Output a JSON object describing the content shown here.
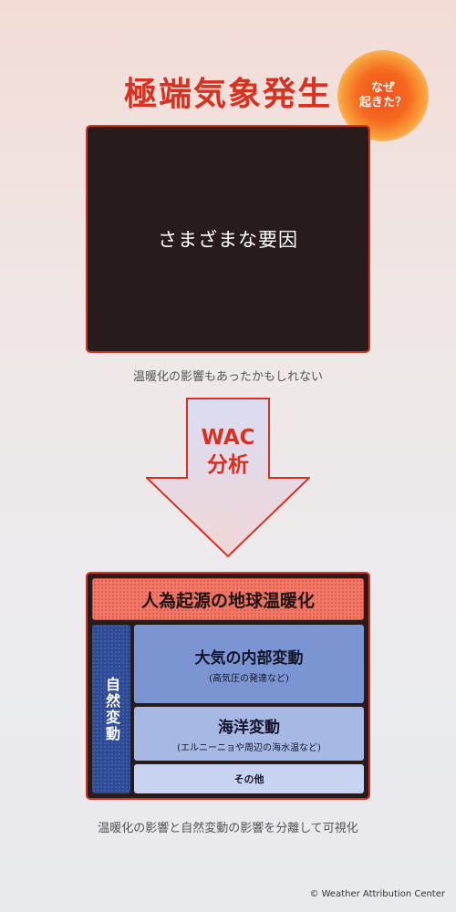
{
  "title": "極端気象発生",
  "badge": {
    "line1": "なぜ",
    "line2": "起きた？"
  },
  "cause_box": {
    "label": "さまざまな要因"
  },
  "caption_top": "温暖化の影響もあったかもしれない",
  "arrow": {
    "line1": "WAC",
    "line2": "分析"
  },
  "result": {
    "warming": "人為起源の地球温暖化",
    "natural": "自然変動",
    "parts": [
      {
        "title": "大気の内部変動",
        "sub": "(高気圧の発達など)"
      },
      {
        "title": "海洋変動",
        "sub": "(エルニーニョや周辺の海水温など)"
      },
      {
        "title": "その他",
        "sub": ""
      }
    ]
  },
  "caption_bottom": "温暖化の影響と自然変動の影響を分離して可視化",
  "copyright": "© Weather Attribution Center",
  "colors": {
    "accent_red": "#d63222",
    "dark_box": "#271b1b",
    "warming_salmon": "#ef7866",
    "natural_navy": "#2d4a96"
  }
}
